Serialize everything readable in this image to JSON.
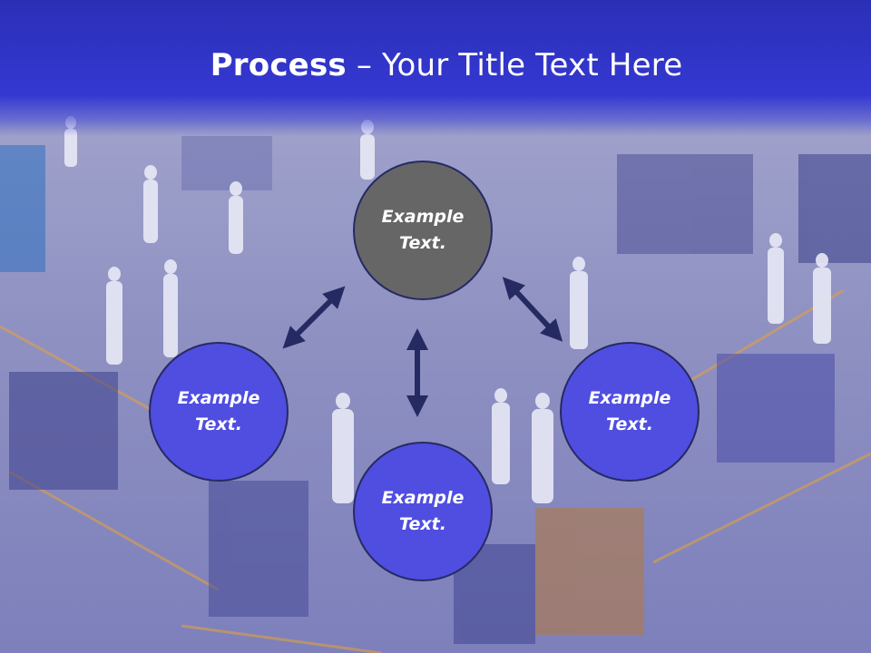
{
  "slide": {
    "title_bold": "Process",
    "title_rest": " – Your Title Text Here"
  },
  "nodes": {
    "top": {
      "line1": "Example",
      "line2": "Text."
    },
    "left": {
      "line1": "Example",
      "line2": "Text."
    },
    "right": {
      "line1": "Example",
      "line2": "Text."
    },
    "bottom": {
      "line1": "Example",
      "line2": "Text."
    }
  },
  "colors": {
    "title_bar": "#3438d2",
    "node_primary": "#4f4ee0",
    "node_center": "#666666",
    "arrow": "#262a63",
    "background": "#9d9fc6"
  }
}
